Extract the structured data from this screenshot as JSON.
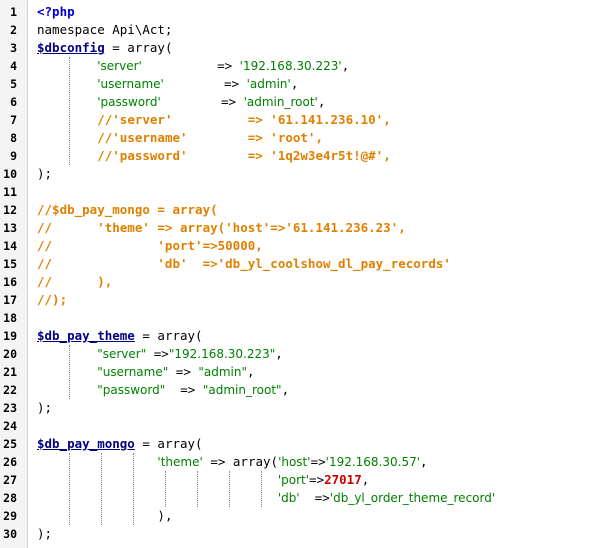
{
  "editor": {
    "colors": {
      "keyword": "#0000cc",
      "variable": "#000080",
      "string": "#008000",
      "comment": "#e08000",
      "number": "#cc0000",
      "default": "#000000"
    },
    "lines": [
      {
        "n": "1",
        "tokens": [
          {
            "t": "<?php",
            "k": "keyword"
          }
        ]
      },
      {
        "n": "2",
        "tokens": [
          {
            "t": "namespace Api\\Act;",
            "k": "default"
          }
        ]
      },
      {
        "n": "3",
        "tokens": [
          {
            "t": "$dbconfig",
            "k": "variable"
          },
          {
            "t": " = array(",
            "k": "default"
          }
        ]
      },
      {
        "n": "4",
        "tokens": [
          {
            "t": "        ",
            "k": "default"
          },
          {
            "t": "'server'",
            "k": "string"
          },
          {
            "t": "          => ",
            "k": "default"
          },
          {
            "t": "'192.168.30.223'",
            "k": "string"
          },
          {
            "t": ",",
            "k": "default"
          }
        ]
      },
      {
        "n": "5",
        "tokens": [
          {
            "t": "        ",
            "k": "default"
          },
          {
            "t": "'username'",
            "k": "string"
          },
          {
            "t": "        => ",
            "k": "default"
          },
          {
            "t": "'admin'",
            "k": "string"
          },
          {
            "t": ",",
            "k": "default"
          }
        ]
      },
      {
        "n": "6",
        "tokens": [
          {
            "t": "        ",
            "k": "default"
          },
          {
            "t": "'password'",
            "k": "string"
          },
          {
            "t": "        => ",
            "k": "default"
          },
          {
            "t": "'admin_root'",
            "k": "string"
          },
          {
            "t": ",",
            "k": "default"
          }
        ]
      },
      {
        "n": "7",
        "tokens": [
          {
            "t": "        ",
            "k": "default"
          },
          {
            "t": "//'server'          => '61.141.236.10',",
            "k": "comment"
          }
        ]
      },
      {
        "n": "8",
        "tokens": [
          {
            "t": "        ",
            "k": "default"
          },
          {
            "t": "//'username'        => 'root',",
            "k": "comment"
          }
        ]
      },
      {
        "n": "9",
        "tokens": [
          {
            "t": "        ",
            "k": "default"
          },
          {
            "t": "//'password'        => '1q2w3e4r5t!@#',",
            "k": "comment"
          }
        ]
      },
      {
        "n": "10",
        "tokens": [
          {
            "t": ");",
            "k": "default"
          }
        ]
      },
      {
        "n": "11",
        "tokens": []
      },
      {
        "n": "12",
        "tokens": [
          {
            "t": "//$db_pay_mongo = array(",
            "k": "comment"
          }
        ]
      },
      {
        "n": "13",
        "tokens": [
          {
            "t": "//      'theme' => array('host'=>'61.141.236.23',",
            "k": "comment"
          }
        ]
      },
      {
        "n": "14",
        "tokens": [
          {
            "t": "//              'port'=>50000,",
            "k": "comment"
          }
        ]
      },
      {
        "n": "15",
        "tokens": [
          {
            "t": "//              'db'  =>'db_yl_coolshow_dl_pay_records'",
            "k": "comment"
          }
        ]
      },
      {
        "n": "16",
        "tokens": [
          {
            "t": "//      ),",
            "k": "comment"
          }
        ]
      },
      {
        "n": "17",
        "tokens": [
          {
            "t": "//);",
            "k": "comment"
          }
        ]
      },
      {
        "n": "18",
        "tokens": []
      },
      {
        "n": "19",
        "tokens": [
          {
            "t": "$db_pay_theme",
            "k": "variable"
          },
          {
            "t": " = array(",
            "k": "default"
          }
        ]
      },
      {
        "n": "20",
        "tokens": [
          {
            "t": "        ",
            "k": "default"
          },
          {
            "t": "\"server\"",
            "k": "string"
          },
          {
            "t": " =>",
            "k": "default"
          },
          {
            "t": "\"192.168.30.223\"",
            "k": "string"
          },
          {
            "t": ",",
            "k": "default"
          }
        ]
      },
      {
        "n": "21",
        "tokens": [
          {
            "t": "        ",
            "k": "default"
          },
          {
            "t": "\"username\"",
            "k": "string"
          },
          {
            "t": " => ",
            "k": "default"
          },
          {
            "t": "\"admin\"",
            "k": "string"
          },
          {
            "t": ",",
            "k": "default"
          }
        ]
      },
      {
        "n": "22",
        "tokens": [
          {
            "t": "        ",
            "k": "default"
          },
          {
            "t": "\"password\"",
            "k": "string"
          },
          {
            "t": "  => ",
            "k": "default"
          },
          {
            "t": "\"admin_root\"",
            "k": "string"
          },
          {
            "t": ",",
            "k": "default"
          }
        ]
      },
      {
        "n": "23",
        "tokens": [
          {
            "t": ");",
            "k": "default"
          }
        ]
      },
      {
        "n": "24",
        "tokens": []
      },
      {
        "n": "25",
        "tokens": [
          {
            "t": "$db_pay_mongo",
            "k": "variable"
          },
          {
            "t": " = array(",
            "k": "default"
          }
        ]
      },
      {
        "n": "26",
        "tokens": [
          {
            "t": "                ",
            "k": "default"
          },
          {
            "t": "'theme'",
            "k": "string"
          },
          {
            "t": " => array(",
            "k": "default"
          },
          {
            "t": "'host'",
            "k": "string"
          },
          {
            "t": "=>",
            "k": "default"
          },
          {
            "t": "'192.168.30.57'",
            "k": "string"
          },
          {
            "t": ",",
            "k": "default"
          }
        ]
      },
      {
        "n": "27",
        "tokens": [
          {
            "t": "                                ",
            "k": "default"
          },
          {
            "t": "'port'",
            "k": "string"
          },
          {
            "t": "=>",
            "k": "default"
          },
          {
            "t": "27017",
            "k": "number"
          },
          {
            "t": ",",
            "k": "default"
          }
        ]
      },
      {
        "n": "28",
        "tokens": [
          {
            "t": "                                ",
            "k": "default"
          },
          {
            "t": "'db'",
            "k": "string"
          },
          {
            "t": "  =>",
            "k": "default"
          },
          {
            "t": "'db_yl_order_theme_record'",
            "k": "string"
          }
        ]
      },
      {
        "n": "29",
        "tokens": [
          {
            "t": "                ",
            "k": "default"
          },
          {
            "t": "),",
            "k": "default"
          }
        ]
      },
      {
        "n": "30",
        "tokens": [
          {
            "t": ");",
            "k": "default"
          }
        ]
      }
    ]
  }
}
